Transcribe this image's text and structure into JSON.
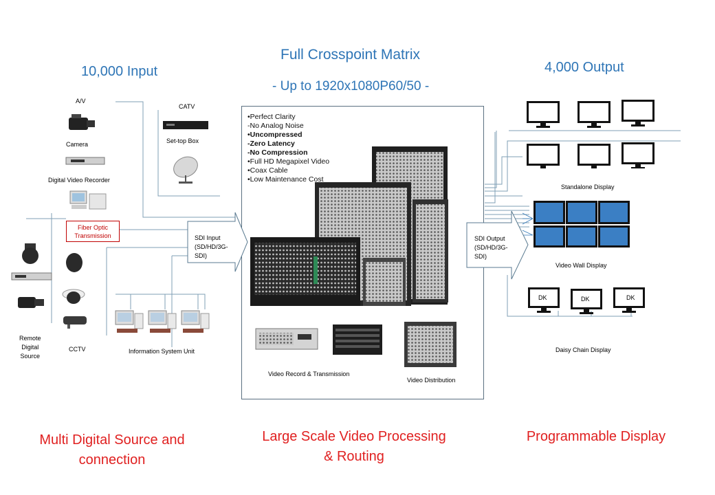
{
  "headings": {
    "title": "Full Crosspoint Matrix",
    "subtitle": "- Up to 1920x1080P60/50 -",
    "input": "10,000 Input",
    "output": "4,000 Output"
  },
  "footer": {
    "left_line1": "Multi Digital Source and",
    "left_line2": "connection",
    "center_line1": "Large Scale Video Processing",
    "center_line2": "& Routing",
    "right": "Programmable Display"
  },
  "sources": {
    "av": "A/V",
    "camera": "Camera",
    "dvr": "Digital Video Recorder",
    "catv": "CATV",
    "settop": "Set-top Box",
    "fiber_line1": "Fiber Optic",
    "fiber_line2": "Transmission",
    "remote_line1": "Remote",
    "remote_line2": "Digital",
    "remote_line3": "Source",
    "cctv": "CCTV",
    "info": "Information System Unit"
  },
  "sdi_input": [
    "SDI Input",
    "(SD/HD/3G-",
    "SDI)"
  ],
  "sdi_output": [
    "SDI Output",
    "(SD/HD/3G-",
    "SDI)"
  ],
  "features": [
    {
      "text": "•Perfect Clarity",
      "bold": false
    },
    {
      "text": " -No Analog Noise",
      "bold": false
    },
    {
      "text": "•Uncompressed",
      "bold": true
    },
    {
      "text": " -Zero Latency",
      "bold": true
    },
    {
      "text": " -No Compression",
      "bold": true
    },
    {
      "text": "•Full HD Megapixel Video",
      "bold": false
    },
    {
      "text": "•Coax Cable",
      "bold": false
    },
    {
      "text": "•Low Maintenance Cost",
      "bold": false
    }
  ],
  "devices": {
    "record": "Video Record & Transmission",
    "distribution": "Video Distribution"
  },
  "displays": {
    "standalone": "Standalone Display",
    "videowall": "Video Wall Display",
    "daisy": "Daisy Chain Display",
    "dk": "DK"
  }
}
